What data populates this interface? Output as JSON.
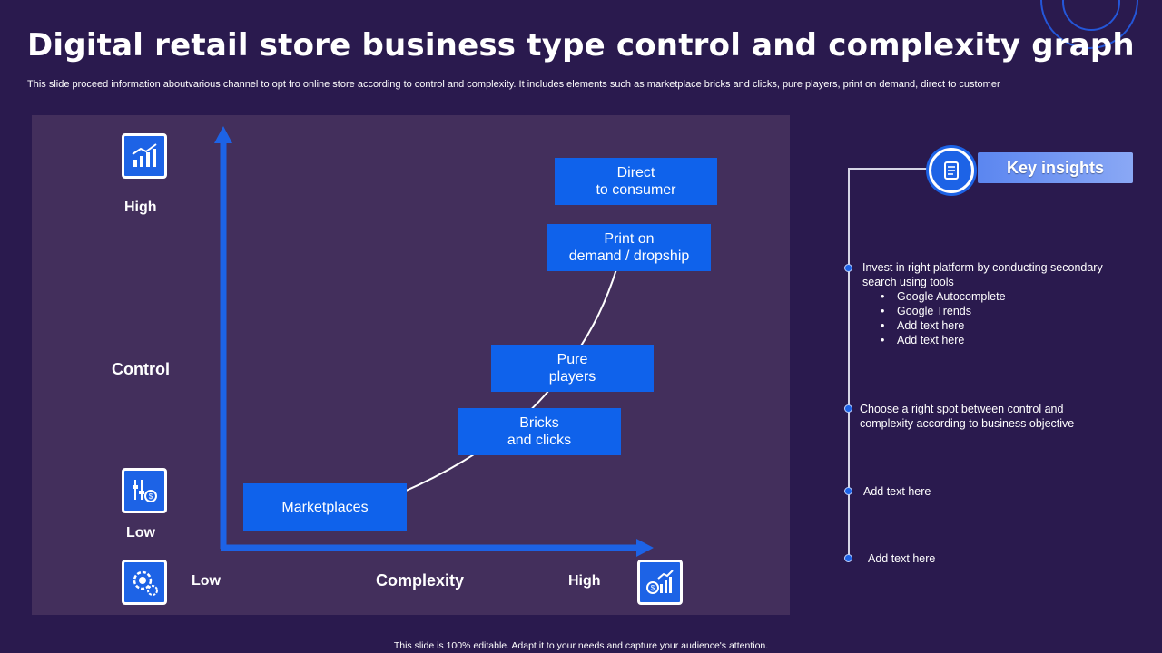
{
  "title": "Digital retail store business type control and complexity graph",
  "subtitle": "This slide proceed information aboutvarious channel to opt fro  online store according to control and complexity.  It includes elements such as marketplace bricks and clicks, pure players, print on demand, direct to customer",
  "graph": {
    "y_axis": {
      "label": "Control",
      "high": "High",
      "low": "Low"
    },
    "x_axis": {
      "label": "Complexity",
      "low": "Low",
      "high": "High"
    },
    "stages": [
      {
        "label": "Marketplaces"
      },
      {
        "label": "Bricks\nand clicks"
      },
      {
        "label": "Pure\nplayers"
      },
      {
        "label": "Print on\ndemand / dropship"
      },
      {
        "label": "Direct\nto consumer"
      }
    ]
  },
  "insights": {
    "heading": "Key insights",
    "items": [
      {
        "text": "Invest  in right platform  by conducting secondary search using tools",
        "bullets": [
          "Google Autocomplete",
          "Google Trends",
          "Add text here",
          "Add text here"
        ]
      },
      {
        "text": "Choose  a right  spot between  control and complexity according  to business objective"
      },
      {
        "text": "Add text here"
      },
      {
        "text": "Add text here"
      }
    ]
  },
  "footer": "This slide is 100% editable.  Adapt it to your needs and capture your audience's attention.",
  "colors": {
    "background": "#2a1a4e",
    "panel": "#432f5c",
    "accent": "#1d63e6",
    "box": "#0f62eb"
  }
}
